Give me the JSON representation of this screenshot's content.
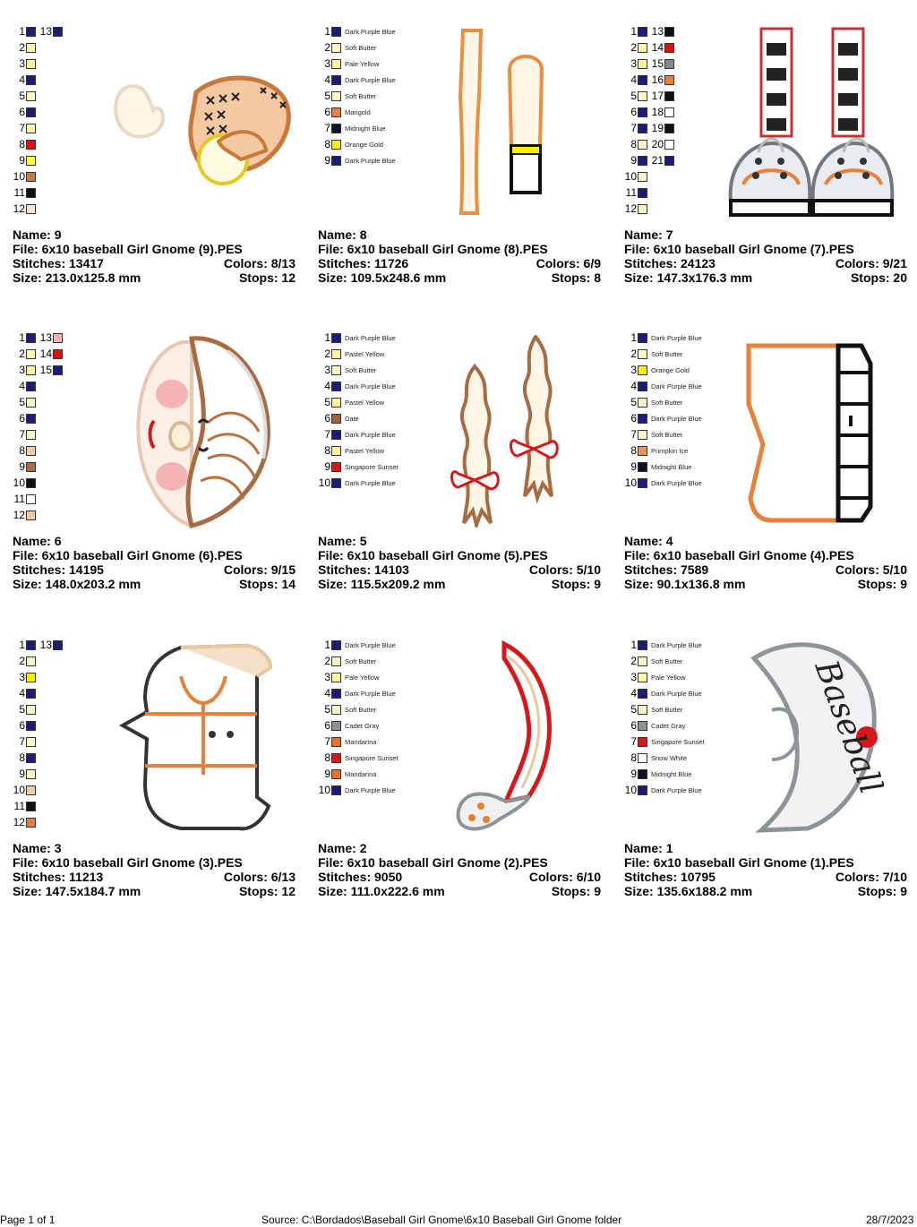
{
  "designs": [
    {
      "name": "9",
      "file": "6x10  baseball Girl Gnome (9).PES",
      "stitches": "13417",
      "colors": "8/13",
      "size": "213.0x125.8 mm",
      "stops": "12",
      "named": false,
      "swatches": [
        {
          "n": "1",
          "color": "#1c1c78"
        },
        {
          "n": "2",
          "color": "#fff6b0"
        },
        {
          "n": "3",
          "color": "#fff6a0"
        },
        {
          "n": "4",
          "color": "#1c1c78"
        },
        {
          "n": "5",
          "color": "#fff6c8"
        },
        {
          "n": "6",
          "color": "#1c1c78"
        },
        {
          "n": "7",
          "color": "#fff6b0"
        },
        {
          "n": "8",
          "color": "#e01010"
        },
        {
          "n": "9",
          "color": "#ffff30"
        },
        {
          "n": "10",
          "color": "#c8784a"
        },
        {
          "n": "11",
          "color": "#101010"
        },
        {
          "n": "12",
          "color": "#ffe6d0"
        }
      ],
      "swatches2": [
        {
          "n": "13",
          "color": "#1c1c78"
        }
      ]
    },
    {
      "name": "8",
      "file": "6x10  baseball Girl Gnome (8).PES",
      "stitches": "11726",
      "colors": "6/9",
      "size": "109.5x248.6 mm",
      "stops": "8",
      "named": true,
      "swatches": [
        {
          "n": "1",
          "color": "#1c1c78",
          "label": "Dark Purple Blue"
        },
        {
          "n": "2",
          "color": "#fff6c8",
          "label": "Soft Butter"
        },
        {
          "n": "3",
          "color": "#fff6a0",
          "label": "Pale Yellow"
        },
        {
          "n": "4",
          "color": "#1c1c78",
          "label": "Dark Purple Blue"
        },
        {
          "n": "5",
          "color": "#fff6c8",
          "label": "Soft Butter"
        },
        {
          "n": "6",
          "color": "#e8803a",
          "label": "Marigold"
        },
        {
          "n": "7",
          "color": "#101028",
          "label": "Midnight Blue"
        },
        {
          "n": "8",
          "color": "#ffee00",
          "label": "Orange Gold"
        },
        {
          "n": "9",
          "color": "#1c1c78",
          "label": "Dark Purple Blue"
        }
      ],
      "swatches2": []
    },
    {
      "name": "7",
      "file": "6x10  baseball Girl Gnome (7).PES",
      "stitches": "24123",
      "colors": "9/21",
      "size": "147.3x176.3 mm",
      "stops": "20",
      "named": false,
      "swatches": [
        {
          "n": "1",
          "color": "#1c1c78"
        },
        {
          "n": "2",
          "color": "#fff6b0"
        },
        {
          "n": "3",
          "color": "#fff6a0"
        },
        {
          "n": "4",
          "color": "#1c1c78"
        },
        {
          "n": "5",
          "color": "#fff6c8"
        },
        {
          "n": "6",
          "color": "#1c1c78"
        },
        {
          "n": "7",
          "color": "#1c1c78"
        },
        {
          "n": "8",
          "color": "#fff6c8"
        },
        {
          "n": "9",
          "color": "#1c1c78"
        },
        {
          "n": "10",
          "color": "#fff6c8"
        },
        {
          "n": "11",
          "color": "#1c1c78"
        },
        {
          "n": "12",
          "color": "#fff6c8"
        }
      ],
      "swatches2": [
        {
          "n": "13",
          "color": "#101010"
        },
        {
          "n": "14",
          "color": "#e01010"
        },
        {
          "n": "15",
          "color": "#808890"
        },
        {
          "n": "16",
          "color": "#e8803a"
        },
        {
          "n": "17",
          "color": "#101010"
        },
        {
          "n": "18",
          "color": "#ffffff"
        },
        {
          "n": "19",
          "color": "#101010"
        },
        {
          "n": "20",
          "color": "#ffffff"
        },
        {
          "n": "21",
          "color": "#1c1c78"
        }
      ]
    },
    {
      "name": "6",
      "file": "6x10  baseball Girl Gnome (6).PES",
      "stitches": "14195",
      "colors": "9/15",
      "size": "148.0x203.2 mm",
      "stops": "14",
      "named": false,
      "swatches": [
        {
          "n": "1",
          "color": "#1c1c78"
        },
        {
          "n": "2",
          "color": "#fff6b0"
        },
        {
          "n": "3",
          "color": "#fff6a0"
        },
        {
          "n": "4",
          "color": "#1c1c78"
        },
        {
          "n": "5",
          "color": "#fff6c8"
        },
        {
          "n": "6",
          "color": "#1c1c78"
        },
        {
          "n": "7",
          "color": "#fff6c8"
        },
        {
          "n": "8",
          "color": "#f4c8a8"
        },
        {
          "n": "9",
          "color": "#b06840"
        },
        {
          "n": "10",
          "color": "#101010"
        },
        {
          "n": "11",
          "color": "#ffffff"
        },
        {
          "n": "12",
          "color": "#f4c8a0"
        }
      ],
      "swatches2": [
        {
          "n": "13",
          "color": "#f4b4b4"
        },
        {
          "n": "14",
          "color": "#e01010"
        },
        {
          "n": "15",
          "color": "#1c1c78"
        }
      ]
    },
    {
      "name": "5",
      "file": "6x10  baseball Girl Gnome (5).PES",
      "stitches": "14103",
      "colors": "5/10",
      "size": "115.5x209.2 mm",
      "stops": "9",
      "named": true,
      "swatches": [
        {
          "n": "1",
          "color": "#1c1c78",
          "label": "Dark Purple Blue"
        },
        {
          "n": "2",
          "color": "#fff6a0",
          "label": "Pastel Yellow"
        },
        {
          "n": "3",
          "color": "#fff6c8",
          "label": "Soft Butter"
        },
        {
          "n": "4",
          "color": "#1c1c78",
          "label": "Dark Purple Blue"
        },
        {
          "n": "5",
          "color": "#fff6a0",
          "label": "Pastel Yellow"
        },
        {
          "n": "6",
          "color": "#a0603a",
          "label": "Date"
        },
        {
          "n": "7",
          "color": "#1c1c78",
          "label": "Dark Purple Blue"
        },
        {
          "n": "8",
          "color": "#fff6a0",
          "label": "Pastel Yellow"
        },
        {
          "n": "9",
          "color": "#d81818",
          "label": "Singapore Sunset"
        },
        {
          "n": "10",
          "color": "#1c1c78",
          "label": "Dark Purple Blue"
        }
      ],
      "swatches2": []
    },
    {
      "name": "4",
      "file": "6x10  baseball Girl Gnome (4).PES",
      "stitches": "7589",
      "colors": "5/10",
      "size": "90.1x136.8 mm",
      "stops": "9",
      "named": true,
      "swatches": [
        {
          "n": "1",
          "color": "#1c1c78",
          "label": "Dark Purple Blue"
        },
        {
          "n": "2",
          "color": "#fff6c8",
          "label": "Soft Butter"
        },
        {
          "n": "3",
          "color": "#ffee00",
          "label": "Orange Gold"
        },
        {
          "n": "4",
          "color": "#1c1c78",
          "label": "Dark Purple Blue"
        },
        {
          "n": "5",
          "color": "#fff6c8",
          "label": "Soft Butter"
        },
        {
          "n": "6",
          "color": "#1c1c78",
          "label": "Dark Purple Blue"
        },
        {
          "n": "7",
          "color": "#fff6c8",
          "label": "Soft Butter"
        },
        {
          "n": "8",
          "color": "#f09060",
          "label": "Pumpkin Ice"
        },
        {
          "n": "9",
          "color": "#101028",
          "label": "Midnight Blue"
        },
        {
          "n": "10",
          "color": "#1c1c78",
          "label": "Dark Purple Blue"
        }
      ],
      "swatches2": []
    },
    {
      "name": "3",
      "file": "6x10  baseball Girl Gnome (3).PES",
      "stitches": "11213",
      "colors": "6/13",
      "size": "147.5x184.7 mm",
      "stops": "12",
      "named": false,
      "swatches": [
        {
          "n": "1",
          "color": "#1c1c78"
        },
        {
          "n": "2",
          "color": "#fff6c8"
        },
        {
          "n": "3",
          "color": "#ffee00"
        },
        {
          "n": "4",
          "color": "#1c1c78"
        },
        {
          "n": "5",
          "color": "#fff6c8"
        },
        {
          "n": "6",
          "color": "#1c1c78"
        },
        {
          "n": "7",
          "color": "#fff6c8"
        },
        {
          "n": "8",
          "color": "#1c1c78"
        },
        {
          "n": "9",
          "color": "#fff6c8"
        },
        {
          "n": "10",
          "color": "#f4c8a0"
        },
        {
          "n": "11",
          "color": "#101010"
        },
        {
          "n": "12",
          "color": "#e8784a"
        }
      ],
      "swatches2": [
        {
          "n": "13",
          "color": "#1c1c78"
        }
      ]
    },
    {
      "name": "2",
      "file": "6x10  baseball Girl Gnome (2).PES",
      "stitches": "9050",
      "colors": "6/10",
      "size": "111.0x222.6 mm",
      "stops": "9",
      "named": true,
      "swatches": [
        {
          "n": "1",
          "color": "#1c1c78",
          "label": "Dark Purple Blue"
        },
        {
          "n": "2",
          "color": "#fff6c8",
          "label": "Soft Butter"
        },
        {
          "n": "3",
          "color": "#fff6a0",
          "label": "Pale Yellow"
        },
        {
          "n": "4",
          "color": "#1c1c78",
          "label": "Dark Purple Blue"
        },
        {
          "n": "5",
          "color": "#fff6c8",
          "label": "Soft Butter"
        },
        {
          "n": "6",
          "color": "#8c9498",
          "label": "Cadet Gray"
        },
        {
          "n": "7",
          "color": "#e8702a",
          "label": "Mandarina"
        },
        {
          "n": "8",
          "color": "#d81818",
          "label": "Singapore Sunset"
        },
        {
          "n": "9",
          "color": "#e8702a",
          "label": "Mandarina"
        },
        {
          "n": "10",
          "color": "#1c1c78",
          "label": "Dark Purple Blue"
        }
      ],
      "swatches2": []
    },
    {
      "name": "1",
      "file": "6x10  baseball Girl Gnome (1).PES",
      "stitches": "10795",
      "colors": "7/10",
      "size": "135.6x188.2 mm",
      "stops": "9",
      "named": true,
      "swatches": [
        {
          "n": "1",
          "color": "#1c1c78",
          "label": "Dark Purple Blue"
        },
        {
          "n": "2",
          "color": "#fff6c8",
          "label": "Soft Butter"
        },
        {
          "n": "3",
          "color": "#fff6a0",
          "label": "Pale Yellow"
        },
        {
          "n": "4",
          "color": "#1c1c78",
          "label": "Dark Purple Blue"
        },
        {
          "n": "5",
          "color": "#fff6c8",
          "label": "Soft Butter"
        },
        {
          "n": "6",
          "color": "#8c9498",
          "label": "Cadet Gray"
        },
        {
          "n": "7",
          "color": "#d81818",
          "label": "Singapore Sunset"
        },
        {
          "n": "8",
          "color": "#ffffff",
          "label": "Snow White"
        },
        {
          "n": "9",
          "color": "#101028",
          "label": "Midnight Blue"
        },
        {
          "n": "10",
          "color": "#1c1c78",
          "label": "Dark Purple Blue"
        }
      ],
      "swatches2": []
    }
  ],
  "labels": {
    "name": "Name: ",
    "file": "File: ",
    "stitches": "Stitches: ",
    "colors": "Colors: ",
    "size": "Size: ",
    "stops": "Stops: "
  },
  "art_word": "Baseball",
  "footer": {
    "page": "Page 1 of 1",
    "source": "Source: C:\\Bordados\\Baseball Girl Gnome\\6x10  Baseball Girl Gnome folder",
    "date": "28/7/2023"
  }
}
